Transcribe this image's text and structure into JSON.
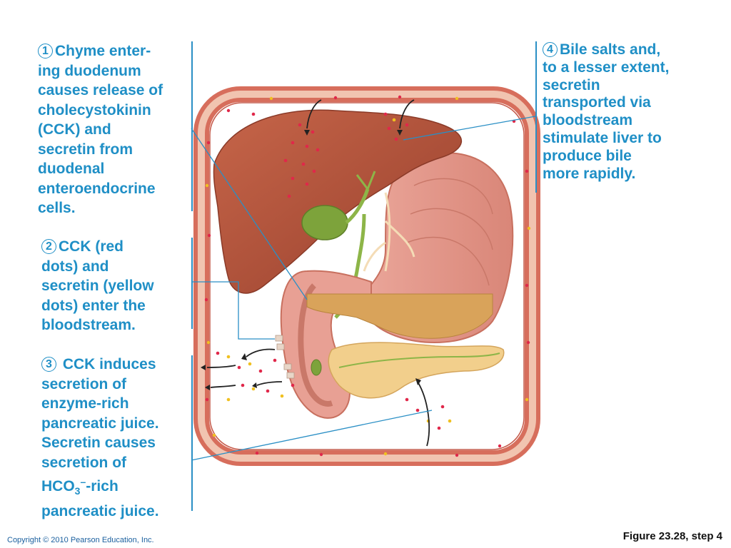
{
  "steps": [
    {
      "number": "1",
      "lines": [
        "Chyme enter-",
        "ing duodenum",
        "causes release of",
        "cholecystokinin",
        "(CCK) and",
        "secretin from",
        "duodenal",
        "enteroendocrine",
        "cells."
      ]
    },
    {
      "number": "2",
      "lines": [
        "CCK (red",
        "dots) and",
        "secretin (yellow",
        "dots) enter the",
        "bloodstream."
      ]
    },
    {
      "number": "3",
      "lines": [
        "CCK induces",
        "secretion of",
        "enzyme-rich",
        "pancreatic juice.",
        "Secretin causes",
        "secretion of"
      ],
      "formula": {
        "base": "HCO",
        "subscript": "3",
        "superscript": "–",
        "suffix": "-rich"
      },
      "last_line": "pancreatic juice."
    },
    {
      "number": "4",
      "lines": [
        "Bile salts and,",
        "to a lesser extent,",
        "secretin",
        "transported via",
        "bloodstream",
        "stimulate liver to",
        "produce bile",
        "more rapidly."
      ]
    }
  ],
  "footer": {
    "copyright": "Copyright © 2010 Pearson Education, Inc.",
    "figure_caption": "Figure 23.28, step 4"
  },
  "colors": {
    "label_blue": "#1f8fc6",
    "vessel_red": "#e07a66",
    "liver": "#b5553d",
    "stomach": "#e8a094",
    "pancreas": "#f2cf8c",
    "cck_dot": "#e0284a",
    "secretin_dot": "#f0c020"
  }
}
